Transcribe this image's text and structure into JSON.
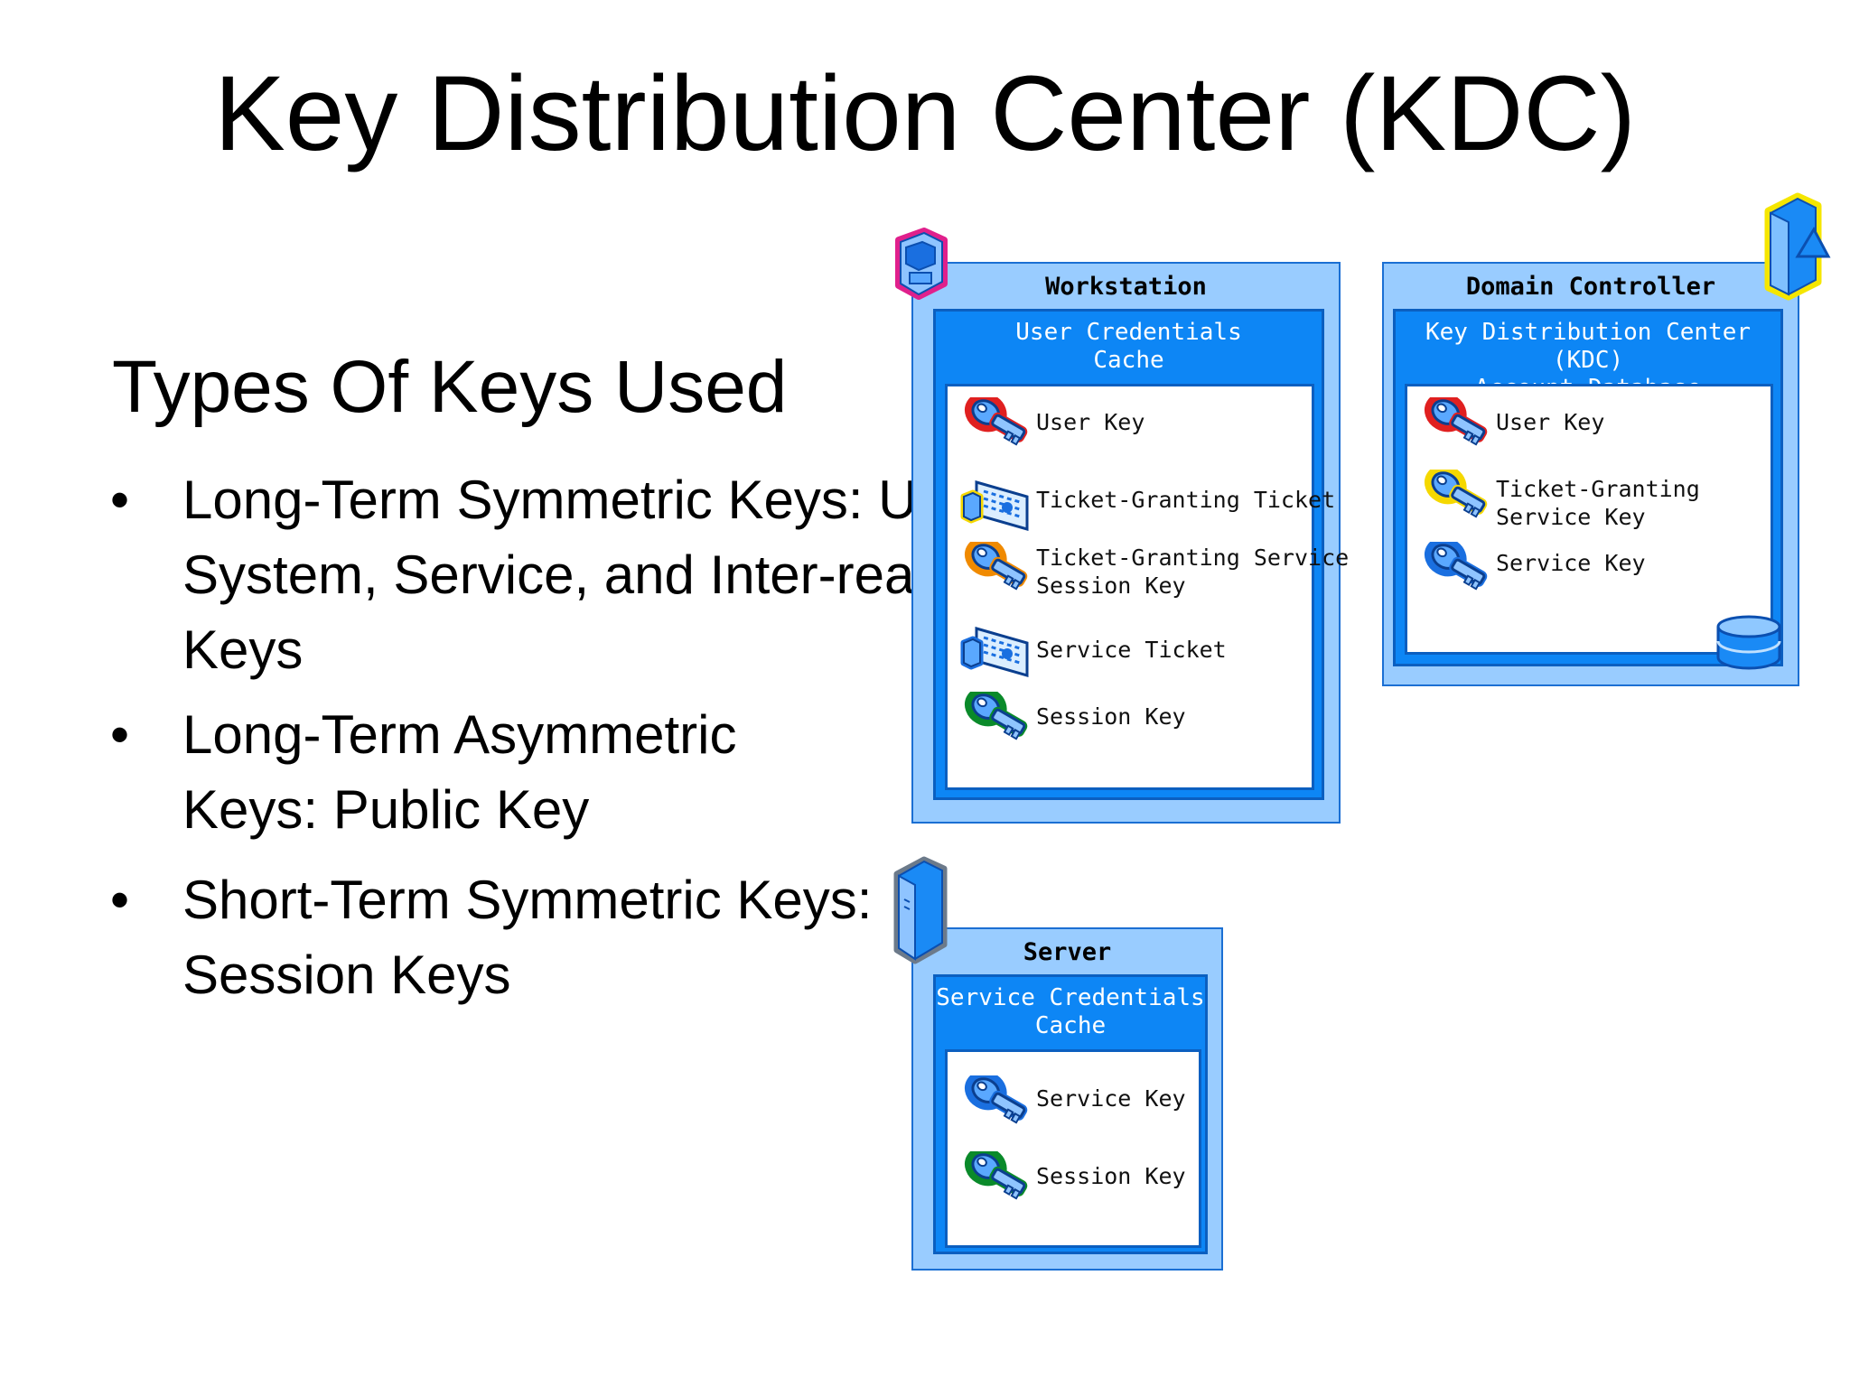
{
  "title": "Key Distribution Center (KDC)",
  "subtitle": "Types Of Keys Used",
  "bullets": [
    {
      "text": "Long-Term Symmetric Keys: User, System, Service, and Inter-realm Keys"
    },
    {
      "text": "Long-Term Asymmetric Keys: Public Key"
    },
    {
      "text": "Short-Term Symmetric Keys: Session Keys"
    }
  ],
  "workstation": {
    "title": "Workstation",
    "cache_title": "User Credentials\nCache",
    "items": [
      {
        "label": "User Key",
        "icon": "key-icon",
        "color": "#e02020"
      },
      {
        "label": "Ticket-Granting Ticket",
        "icon": "ticket-icon",
        "color": "#f5d800"
      },
      {
        "label": "Ticket-Granting Service\nSession Key",
        "icon": "key-icon",
        "color": "#f08a00"
      },
      {
        "label": "Service Ticket",
        "icon": "ticket-icon",
        "color": "#1a6fe0"
      },
      {
        "label": "Session Key",
        "icon": "key-icon",
        "color": "#0a8a2a"
      }
    ]
  },
  "domain_controller": {
    "title": "Domain Controller",
    "db_title": "Key Distribution Center (KDC)\nAccount Database",
    "items": [
      {
        "label": "User Key",
        "icon": "key-icon",
        "color": "#e02020"
      },
      {
        "label": "Ticket-Granting\nService Key",
        "icon": "key-icon",
        "color": "#f5d800"
      },
      {
        "label": "Service Key",
        "icon": "key-icon",
        "color": "#1a6fe0"
      }
    ]
  },
  "server": {
    "title": "Server",
    "cache_title": "Service Credentials\nCache",
    "items": [
      {
        "label": "Service Key",
        "icon": "key-icon",
        "color": "#1a6fe0"
      },
      {
        "label": "Session Key",
        "icon": "key-icon",
        "color": "#0a8a2a"
      }
    ]
  },
  "colors": {
    "panel_bg": "#99ccff",
    "inner_bg": "#0d86f5",
    "workstation_halo": "#e0208c",
    "dc_halo": "#f5e600"
  }
}
